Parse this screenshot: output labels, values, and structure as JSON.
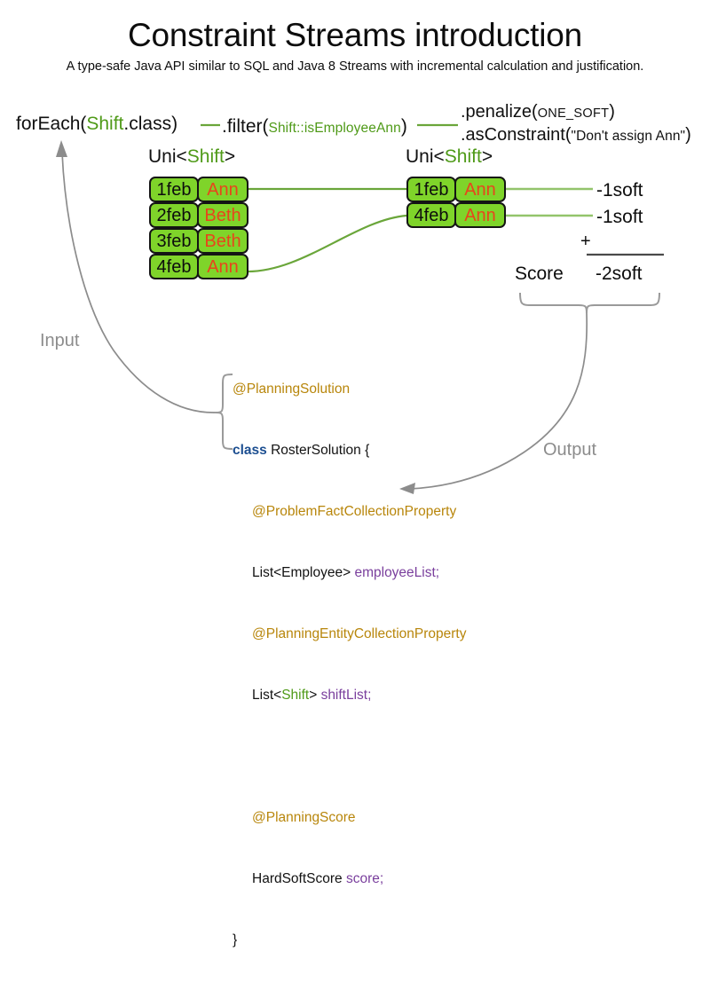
{
  "header": {
    "title": "Constraint Streams introduction",
    "subtitle": "A type-safe Java API similar to SQL and Java 8 Streams with incremental calculation and justification."
  },
  "pipeline": {
    "foreach": {
      "prefix": "forEach(",
      "type": "Shift",
      "suffix": ".class)"
    },
    "filter": {
      "prefix": ".filter(",
      "arg": "Shift::isEmployeeAnn",
      "suffix": ")"
    },
    "penalize": {
      "prefix": ".penalize(",
      "arg": "ONE_SOFT",
      "suffix": ")"
    },
    "as_constraint": {
      "prefix": ".asConstraint(",
      "arg": "\"Don't assign Ann\"",
      "suffix": ")"
    }
  },
  "streams": {
    "left": {
      "type_label_prefix": "Uni<",
      "type_label_generic": "Shift",
      "type_label_suffix": ">",
      "rows": [
        {
          "date": "1feb",
          "employee": "Ann"
        },
        {
          "date": "2feb",
          "employee": "Beth"
        },
        {
          "date": "3feb",
          "employee": "Beth"
        },
        {
          "date": "4feb",
          "employee": "Ann"
        }
      ]
    },
    "right": {
      "type_label_prefix": "Uni<",
      "type_label_generic": "Shift",
      "type_label_suffix": ">",
      "rows": [
        {
          "date": "1feb",
          "employee": "Ann"
        },
        {
          "date": "4feb",
          "employee": "Ann"
        }
      ]
    }
  },
  "score": {
    "penalties": [
      "-1soft",
      "-1soft"
    ],
    "operator": "+",
    "label": "Score",
    "total": "-2soft"
  },
  "annotations": {
    "input": "Input",
    "output": "Output"
  },
  "code": {
    "line1_annotation": "@PlanningSolution",
    "line2_keyword": "class",
    "line2_rest": " RosterSolution {",
    "line3_annotation": "@ProblemFactCollectionProperty",
    "line4_type": "List<Employee> ",
    "line4_field": "employeeList",
    "line4_semi": ";",
    "line5_annotation": "@PlanningEntityCollectionProperty",
    "line6_type_open": "List<",
    "line6_generic": "Shift",
    "line6_type_close": "> ",
    "line6_field": "shiftList",
    "line6_semi": ";",
    "line7_annotation": "@PlanningScore",
    "line8_type": "HardSoftScore ",
    "line8_field": "score",
    "line8_semi": ";",
    "line9_close": "}"
  },
  "colors": {
    "shift_box_fill": "#7fd42a",
    "shift_box_border": "#141414",
    "employee_text": "#e8451c",
    "stream_link": "#6aa63a",
    "java_type_green": "#4f9a18",
    "annotation_gold": "#b8860b",
    "keyword_blue": "#1d4f91",
    "field_purple": "#7a3f9d",
    "arrow_gray": "#8c8c8c"
  }
}
